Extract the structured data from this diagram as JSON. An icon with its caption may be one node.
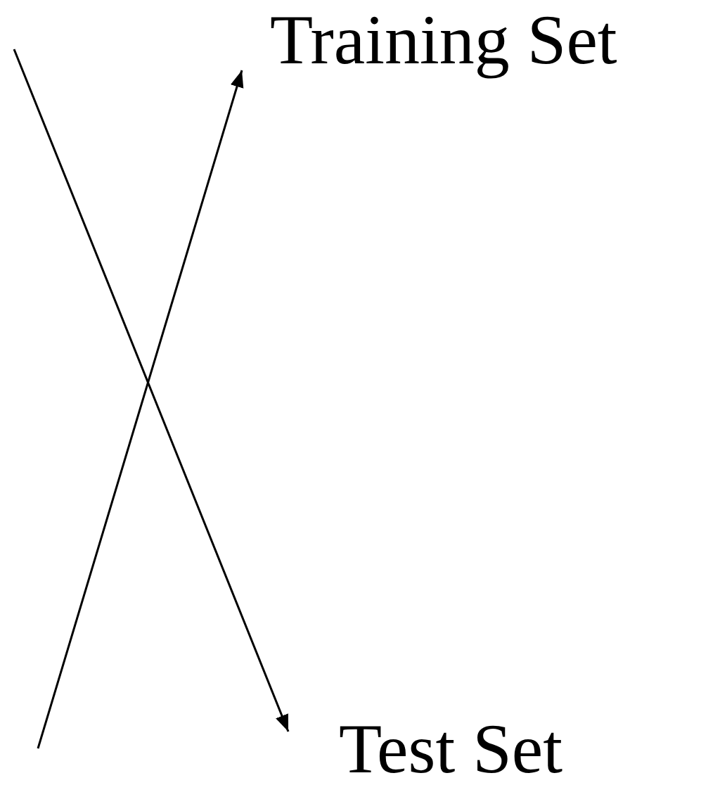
{
  "diagram": {
    "nodes": [
      {
        "text": [
          "Training Set"
        ]
      },
      {
        "text": [
          "Test Set"
        ]
      }
    ],
    "edges": [
      {
        "from": null,
        "to": 0,
        "arrow": "to"
      },
      {
        "from": null,
        "to": 1,
        "arrow": "to"
      }
    ]
  }
}
